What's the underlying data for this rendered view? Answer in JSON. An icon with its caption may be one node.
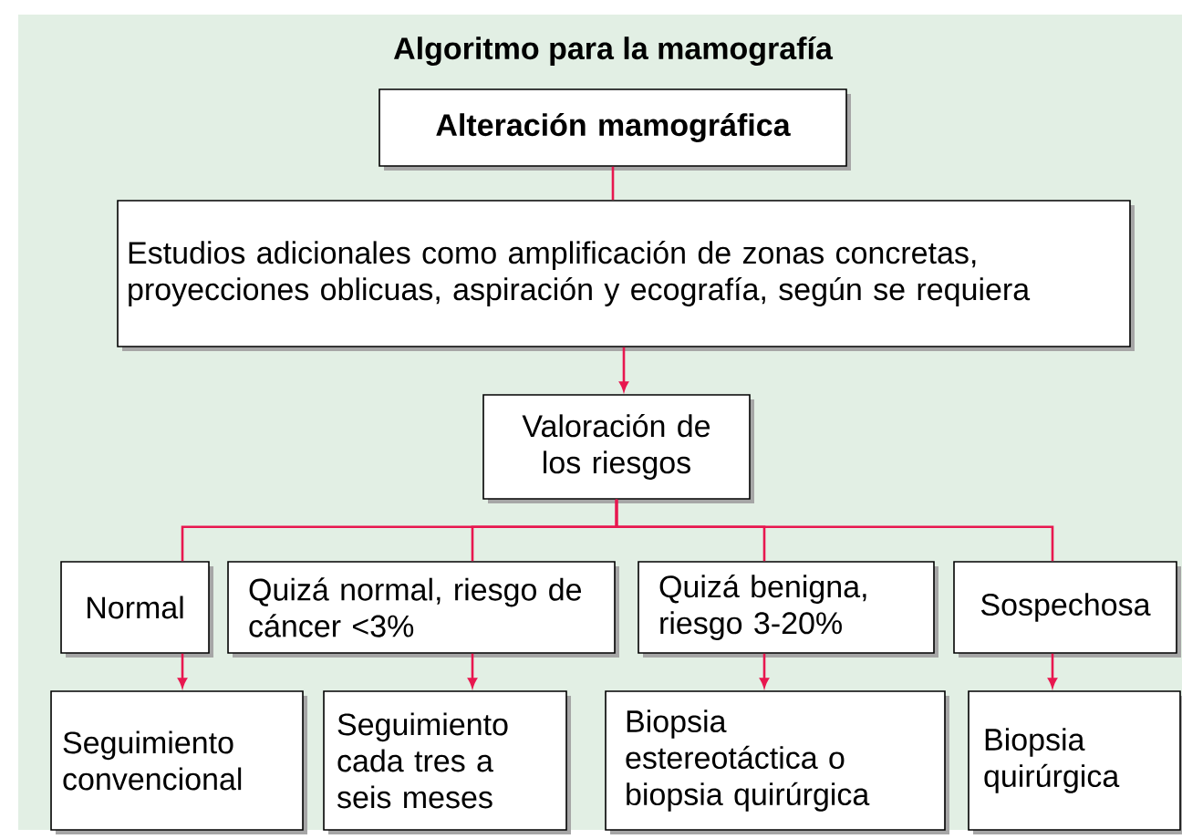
{
  "diagram": {
    "title": "Algoritmo para la mamografía",
    "nodes": [
      {
        "text": [
          "Alteración mamográfica"
        ]
      },
      {
        "text": [
          "Estudios adicionales como amplificación de zonas concretas, proyecciones oblicuas, aspiración y ecografía, según se requiera"
        ]
      },
      {
        "text": [
          "Valoración de los riesgos"
        ]
      },
      {
        "text": [
          "Normal"
        ]
      },
      {
        "text": [
          "Quizá normal, riesgo de cáncer <3%"
        ]
      },
      {
        "text": [
          "Quizá benigna, riesgo 3-20%"
        ]
      },
      {
        "text": [
          "Sospechosa"
        ]
      },
      {
        "text": [
          "Seguimiento convencional"
        ]
      },
      {
        "text": [
          "Seguimiento cada tres a seis meses"
        ]
      },
      {
        "text": [
          "Biopsia estereotáctica o biopsia quirúrgica"
        ]
      },
      {
        "text": [
          "Biopsia quirúrgica"
        ]
      }
    ],
    "edges": [
      {
        "from": 0,
        "to": 1,
        "arrow": "none"
      },
      {
        "from": 1,
        "to": 2,
        "arrow": "to"
      },
      {
        "from": 2,
        "to": 3,
        "arrow": "none"
      },
      {
        "from": 2,
        "to": 4,
        "arrow": "none"
      },
      {
        "from": 2,
        "to": 5,
        "arrow": "none"
      },
      {
        "from": 2,
        "to": 6,
        "arrow": "none"
      },
      {
        "from": 3,
        "to": 7,
        "arrow": "to"
      },
      {
        "from": 4,
        "to": 8,
        "arrow": "to"
      },
      {
        "from": 5,
        "to": 9,
        "arrow": "to"
      },
      {
        "from": 6,
        "to": 10,
        "arrow": "to"
      }
    ]
  }
}
